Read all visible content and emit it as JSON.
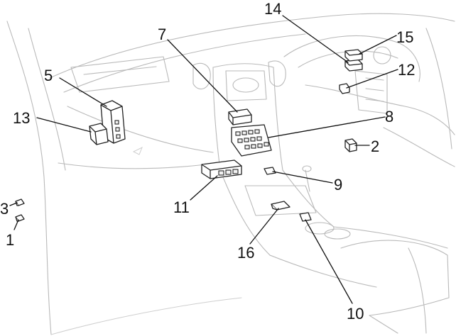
{
  "callouts": [
    {
      "id": "1",
      "label": "1"
    },
    {
      "id": "2",
      "label": "2"
    },
    {
      "id": "3",
      "label": "3"
    },
    {
      "id": "5",
      "label": "5"
    },
    {
      "id": "7",
      "label": "7"
    },
    {
      "id": "8",
      "label": "8"
    },
    {
      "id": "9",
      "label": "9"
    },
    {
      "id": "10",
      "label": "10"
    },
    {
      "id": "11",
      "label": "11"
    },
    {
      "id": "12",
      "label": "12"
    },
    {
      "id": "13",
      "label": "13"
    },
    {
      "id": "14",
      "label": "14"
    },
    {
      "id": "15",
      "label": "15"
    },
    {
      "id": "16",
      "label": "16"
    }
  ]
}
